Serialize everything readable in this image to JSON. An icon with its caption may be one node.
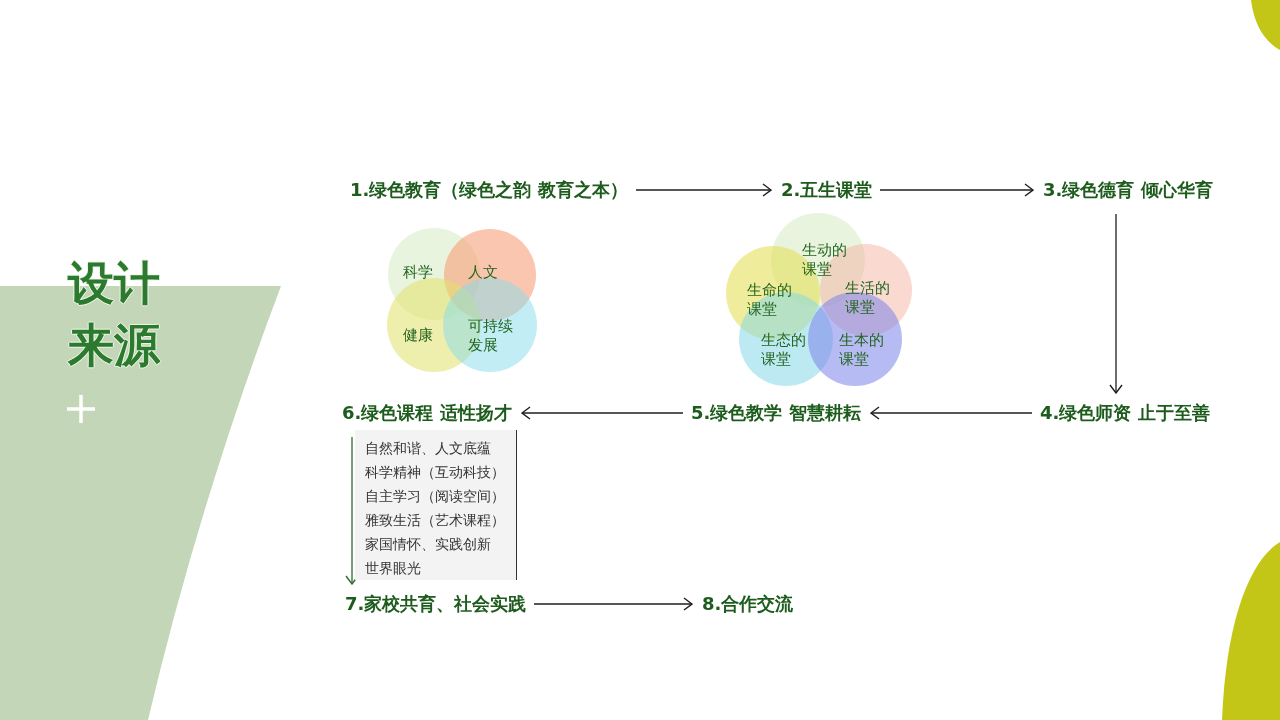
{
  "diagram": {
    "title": "设计来源",
    "nodes": [
      {
        "text": [
          "1.绿色教育（绿色之韵 教育之本）"
        ]
      },
      {
        "text": [
          "2.五生课堂"
        ]
      },
      {
        "text": [
          "3.绿色德育 倾心华育"
        ]
      },
      {
        "text": [
          "科学"
        ]
      },
      {
        "text": [
          "人文"
        ]
      },
      {
        "text": [
          "健康"
        ]
      },
      {
        "text": [
          "可持续发展"
        ]
      },
      {
        "text": [
          "生动的课堂"
        ]
      },
      {
        "text": [
          "生命的课堂"
        ]
      },
      {
        "text": [
          "生活的课堂"
        ]
      },
      {
        "text": [
          "生态的课堂"
        ]
      },
      {
        "text": [
          "生本的课堂"
        ]
      },
      {
        "text": [
          "6.绿色课程 适性扬才"
        ]
      },
      {
        "text": [
          "5.绿色教学 智慧耕耘"
        ]
      },
      {
        "text": [
          "4.绿色师资 止于至善"
        ]
      },
      {
        "text": [
          "自然和谐、人文底蕴",
          "科学精神（互动科技）",
          "自主学习（阅读空间）",
          "雅致生活（艺术课程）",
          "家国情怀、实践创新",
          "世界眼光"
        ]
      },
      {
        "text": [
          "7.家校共育、社会实践"
        ]
      },
      {
        "text": [
          "8.合作交流"
        ]
      }
    ],
    "edges": [
      {
        "from": 0,
        "to": 1,
        "arrow": "to"
      },
      {
        "from": 1,
        "to": 2,
        "arrow": "to"
      },
      {
        "from": 2,
        "to": 14,
        "arrow": "to"
      },
      {
        "from": 14,
        "to": 13,
        "arrow": "to"
      },
      {
        "from": 13,
        "to": 12,
        "arrow": "to"
      },
      {
        "from": 12,
        "to": 16,
        "arrow": "to",
        "color": "#2e6b2e"
      },
      {
        "from": 16,
        "to": 17,
        "arrow": "to"
      }
    ]
  }
}
